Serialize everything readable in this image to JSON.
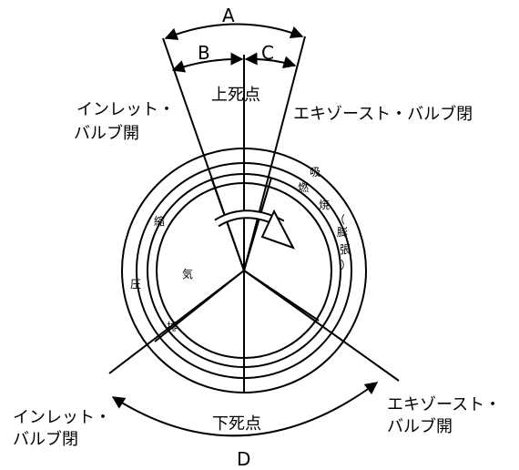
{
  "labels": {
    "A": "A",
    "B": "B",
    "C": "C",
    "D": "D",
    "tdc": "上死点",
    "bdc": "下死点",
    "inlet_open_line1": "インレット・",
    "inlet_open_line2": "バルブ開",
    "exhaust_close": "エキゾースト・バルブ閉",
    "inlet_close_line1": "インレット・",
    "inlet_close_line2": "バルブ閉",
    "exhaust_open_line1": "エキゾースト・",
    "exhaust_open_line2": "バルブ開"
  },
  "strokes": {
    "intake": "吸",
    "combustion": "燃",
    "burn": "焼",
    "paren_open": "（",
    "expansion1": "膨",
    "expansion2": "張",
    "paren_close": "）",
    "exhaust": "排",
    "compression1": "圧",
    "compression2": "縮",
    "gas": "気"
  }
}
